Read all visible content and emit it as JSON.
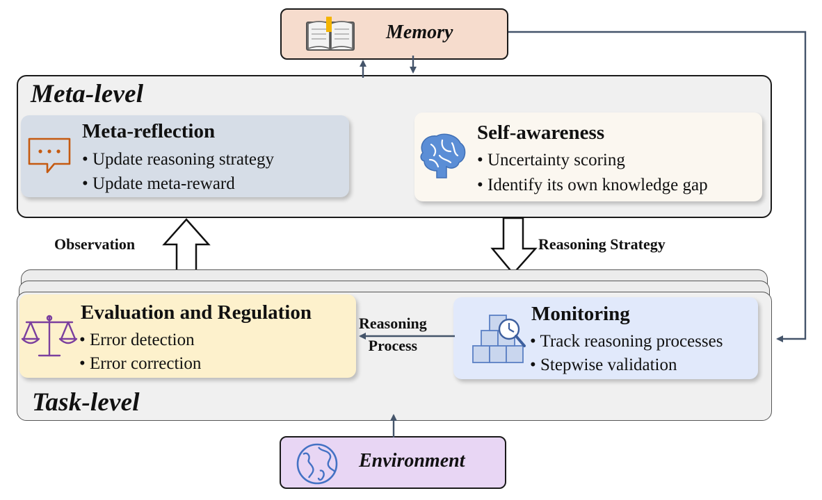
{
  "colors": {
    "memory_fill": "#f6dccd",
    "environment_fill": "#e8d6f4",
    "meta_reflection_fill": "#d6dde7",
    "self_awareness_fill": "#fbf7f0",
    "evaluation_fill": "#fdf1cc",
    "monitoring_fill": "#e1e9fb",
    "connector": "#44546a"
  },
  "memory": {
    "label": "Memory",
    "icon": "open-book-icon"
  },
  "environment": {
    "label": "Environment",
    "icon": "globe-icon"
  },
  "meta_level": {
    "label": "Meta-level",
    "meta_reflection": {
      "title": "Meta-reflection",
      "icon": "chat-bubble-icon",
      "bullets": [
        "• Update reasoning strategy",
        "• Update meta-reward"
      ]
    },
    "self_awareness": {
      "title": "Self-awareness",
      "icon": "brain-icon",
      "bullets": [
        "• Uncertainty scoring",
        "• Identify its own knowledge gap"
      ]
    }
  },
  "task_level": {
    "label": "Task-level",
    "evaluation": {
      "title": "Evaluation and Regulation",
      "icon": "balance-scale-icon",
      "bullets": [
        "• Error detection",
        "• Error correction"
      ]
    },
    "monitoring": {
      "title": "Monitoring",
      "icon": "boxes-clock-icon",
      "bullets": [
        "• Track reasoning processes",
        "• Stepwise validation"
      ]
    }
  },
  "edges": {
    "observation": "Observation",
    "reasoning_strategy": "Reasoning Strategy",
    "reasoning_process_line1": "Reasoning",
    "reasoning_process_line2": "Process"
  }
}
